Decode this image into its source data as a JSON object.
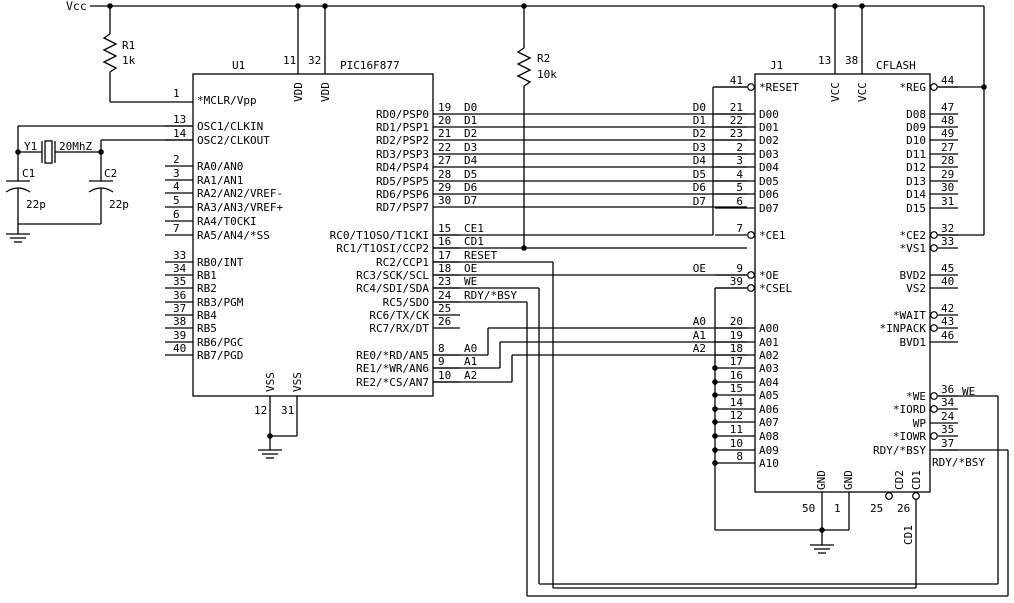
{
  "header": {
    "vcc": "Vcc"
  },
  "r1": {
    "ref": "R1",
    "value": "1k"
  },
  "r2": {
    "ref": "R2",
    "value": "10k"
  },
  "y1": {
    "ref": "Y1",
    "value": "20MhZ"
  },
  "c1": {
    "ref": "C1",
    "value": "22p"
  },
  "c2": {
    "ref": "C2",
    "value": "22p"
  },
  "u1": {
    "ref": "U1",
    "part": "PIC16F877",
    "vdd_pins": [
      "11",
      "32"
    ],
    "vdd_label": "VDD",
    "vss_pins": [
      "12",
      "31"
    ],
    "vss_label": "VSS",
    "left_pins": [
      {
        "num": "1",
        "name": "*MCLR/Vpp"
      },
      {
        "num": "13",
        "name": "OSC1/CLKIN"
      },
      {
        "num": "14",
        "name": "OSC2/CLKOUT"
      },
      {
        "num": "2",
        "name": "RA0/AN0"
      },
      {
        "num": "3",
        "name": "RA1/AN1"
      },
      {
        "num": "4",
        "name": "RA2/AN2/VREF-"
      },
      {
        "num": "5",
        "name": "RA3/AN3/VREF+"
      },
      {
        "num": "6",
        "name": "RA4/T0CKI"
      },
      {
        "num": "7",
        "name": "RA5/AN4/*SS"
      },
      {
        "num": "33",
        "name": "RB0/INT"
      },
      {
        "num": "34",
        "name": "RB1"
      },
      {
        "num": "35",
        "name": "RB2"
      },
      {
        "num": "36",
        "name": "RB3/PGM"
      },
      {
        "num": "37",
        "name": "RB4"
      },
      {
        "num": "38",
        "name": "RB5"
      },
      {
        "num": "39",
        "name": "RB6/PGC"
      },
      {
        "num": "40",
        "name": "RB7/PGD"
      }
    ],
    "right_pins": [
      {
        "num": "19",
        "name": "RD0/PSP0",
        "net": "D0"
      },
      {
        "num": "20",
        "name": "RD1/PSP1",
        "net": "D1"
      },
      {
        "num": "21",
        "name": "RD2/PSP2",
        "net": "D2"
      },
      {
        "num": "22",
        "name": "RD3/PSP3",
        "net": "D3"
      },
      {
        "num": "27",
        "name": "RD4/PSP4",
        "net": "D4"
      },
      {
        "num": "28",
        "name": "RD5/PSP5",
        "net": "D5"
      },
      {
        "num": "29",
        "name": "RD6/PSP6",
        "net": "D6"
      },
      {
        "num": "30",
        "name": "RD7/PSP7",
        "net": "D7"
      },
      {
        "num": "15",
        "name": "RC0/T1OSO/T1CKI",
        "net": "CE1"
      },
      {
        "num": "16",
        "name": "RC1/T1OSI/CCP2",
        "net": "CD1"
      },
      {
        "num": "17",
        "name": "RC2/CCP1",
        "net": "RESET"
      },
      {
        "num": "18",
        "name": "RC3/SCK/SCL",
        "net": "OE"
      },
      {
        "num": "23",
        "name": "RC4/SDI/SDA",
        "net": "WE"
      },
      {
        "num": "24",
        "name": "RC5/SDO",
        "net": "RDY/*BSY"
      },
      {
        "num": "25",
        "name": "RC6/TX/CK",
        "net": ""
      },
      {
        "num": "26",
        "name": "RC7/RX/DT",
        "net": ""
      },
      {
        "num": "8",
        "name": "RE0/*RD/AN5",
        "net": "A0"
      },
      {
        "num": "9",
        "name": "RE1/*WR/AN6",
        "net": "A1"
      },
      {
        "num": "10",
        "name": "RE2/*CS/AN7",
        "net": "A2"
      }
    ]
  },
  "j1": {
    "ref": "J1",
    "part": "CFLASH",
    "vcc_pins": [
      "13",
      "38"
    ],
    "vcc_label": "VCC",
    "gnd_pins": [
      "50",
      "1"
    ],
    "gnd_label": "GND",
    "cd_pins": [
      "25",
      "26"
    ],
    "cd_labels": [
      "CD2",
      "CD1"
    ],
    "left_pins": [
      {
        "num": "41",
        "name": "*RESET",
        "net": ""
      },
      {
        "num": "21",
        "name": "D00",
        "net": "D0"
      },
      {
        "num": "22",
        "name": "D01",
        "net": "D1"
      },
      {
        "num": "23",
        "name": "D02",
        "net": "D2"
      },
      {
        "num": "2",
        "name": "D03",
        "net": "D3"
      },
      {
        "num": "3",
        "name": "D04",
        "net": "D4"
      },
      {
        "num": "4",
        "name": "D05",
        "net": "D5"
      },
      {
        "num": "5",
        "name": "D06",
        "net": "D6"
      },
      {
        "num": "6",
        "name": "D07",
        "net": "D7"
      },
      {
        "num": "7",
        "name": "*CE1",
        "net": ""
      },
      {
        "num": "9",
        "name": "*OE",
        "net": "OE"
      },
      {
        "num": "39",
        "name": "*CSEL",
        "net": ""
      },
      {
        "num": "20",
        "name": "A00",
        "net": "A0"
      },
      {
        "num": "19",
        "name": "A01",
        "net": "A1"
      },
      {
        "num": "18",
        "name": "A02",
        "net": "A2"
      },
      {
        "num": "17",
        "name": "A03",
        "net": ""
      },
      {
        "num": "16",
        "name": "A04",
        "net": ""
      },
      {
        "num": "15",
        "name": "A05",
        "net": ""
      },
      {
        "num": "14",
        "name": "A06",
        "net": ""
      },
      {
        "num": "12",
        "name": "A07",
        "net": ""
      },
      {
        "num": "11",
        "name": "A08",
        "net": ""
      },
      {
        "num": "10",
        "name": "A09",
        "net": ""
      },
      {
        "num": "8",
        "name": "A10",
        "net": ""
      }
    ],
    "right_pins": [
      {
        "num": "44",
        "name": "*REG"
      },
      {
        "num": "47",
        "name": "D08"
      },
      {
        "num": "48",
        "name": "D09"
      },
      {
        "num": "49",
        "name": "D10"
      },
      {
        "num": "27",
        "name": "D11"
      },
      {
        "num": "28",
        "name": "D12"
      },
      {
        "num": "29",
        "name": "D13"
      },
      {
        "num": "30",
        "name": "D14"
      },
      {
        "num": "31",
        "name": "D15"
      },
      {
        "num": "32",
        "name": "*CE2"
      },
      {
        "num": "33",
        "name": "*VS1"
      },
      {
        "num": "45",
        "name": "BVD2"
      },
      {
        "num": "40",
        "name": "VS2"
      },
      {
        "num": "42",
        "name": "*WAIT"
      },
      {
        "num": "43",
        "name": "*INPACK"
      },
      {
        "num": "46",
        "name": "BVD1"
      },
      {
        "num": "36",
        "name": "*WE"
      },
      {
        "num": "34",
        "name": "*IORD"
      },
      {
        "num": "24",
        "name": "WP"
      },
      {
        "num": "35",
        "name": "*IOWR"
      },
      {
        "num": "37",
        "name": "RDY/*BSY"
      }
    ],
    "we_net": "WE",
    "rdy_net": "RDY/*BSY",
    "cd1_net": "CD1"
  }
}
